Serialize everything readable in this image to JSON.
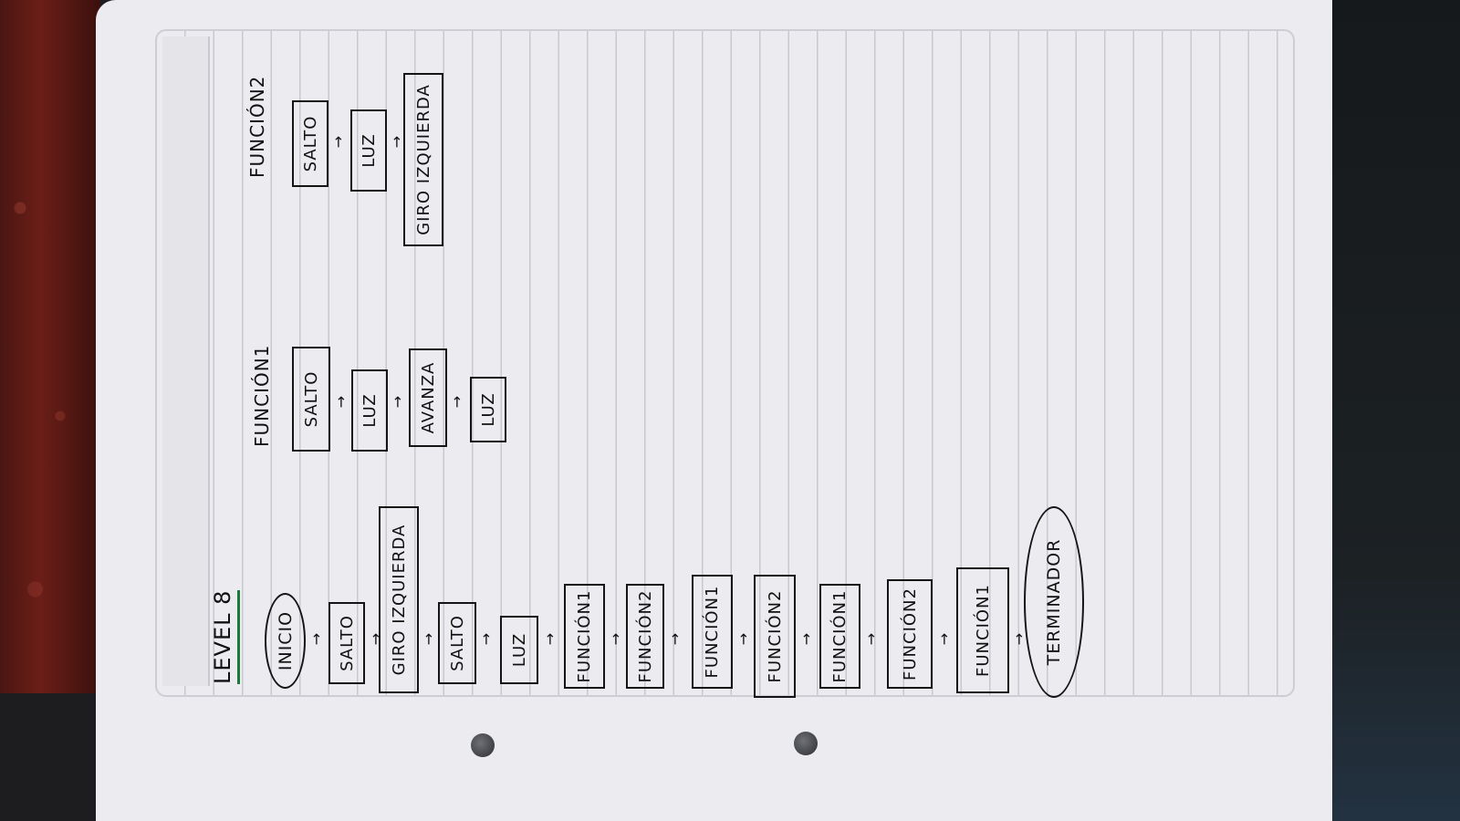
{
  "title": "LEVEL 8",
  "main_flow": [
    {
      "label": "INICIO",
      "shape": "oval"
    },
    {
      "label": "SALTO",
      "shape": "box"
    },
    {
      "label": "GIRO IZQUIERDA",
      "shape": "box"
    },
    {
      "label": "SALTO",
      "shape": "box"
    },
    {
      "label": "LUZ",
      "shape": "box"
    },
    {
      "label": "FUNCIÓN1",
      "shape": "box"
    },
    {
      "label": "FUNCIÓN2",
      "shape": "box"
    },
    {
      "label": "FUNCIÓN1",
      "shape": "box"
    },
    {
      "label": "FUNCIÓN2",
      "shape": "box"
    },
    {
      "label": "FUNCIÓN1",
      "shape": "box"
    },
    {
      "label": "FUNCIÓN2",
      "shape": "box"
    },
    {
      "label": "FUNCIÓN1",
      "shape": "box"
    },
    {
      "label": "TERMINADOR",
      "shape": "oval"
    }
  ],
  "function1": {
    "heading": "FUNCIÓN1",
    "steps": [
      "SALTO",
      "LUZ",
      "AVANZA",
      "LUZ"
    ]
  },
  "function2": {
    "heading": "FUNCIÓN2",
    "steps": [
      "SALTO",
      "LUZ",
      "GIRO IZQUIERDA"
    ]
  },
  "arrow_glyph": "→",
  "colors": {
    "ink": "#111111",
    "title_underline": "#1a7a3a",
    "paper": "#ececf0"
  }
}
